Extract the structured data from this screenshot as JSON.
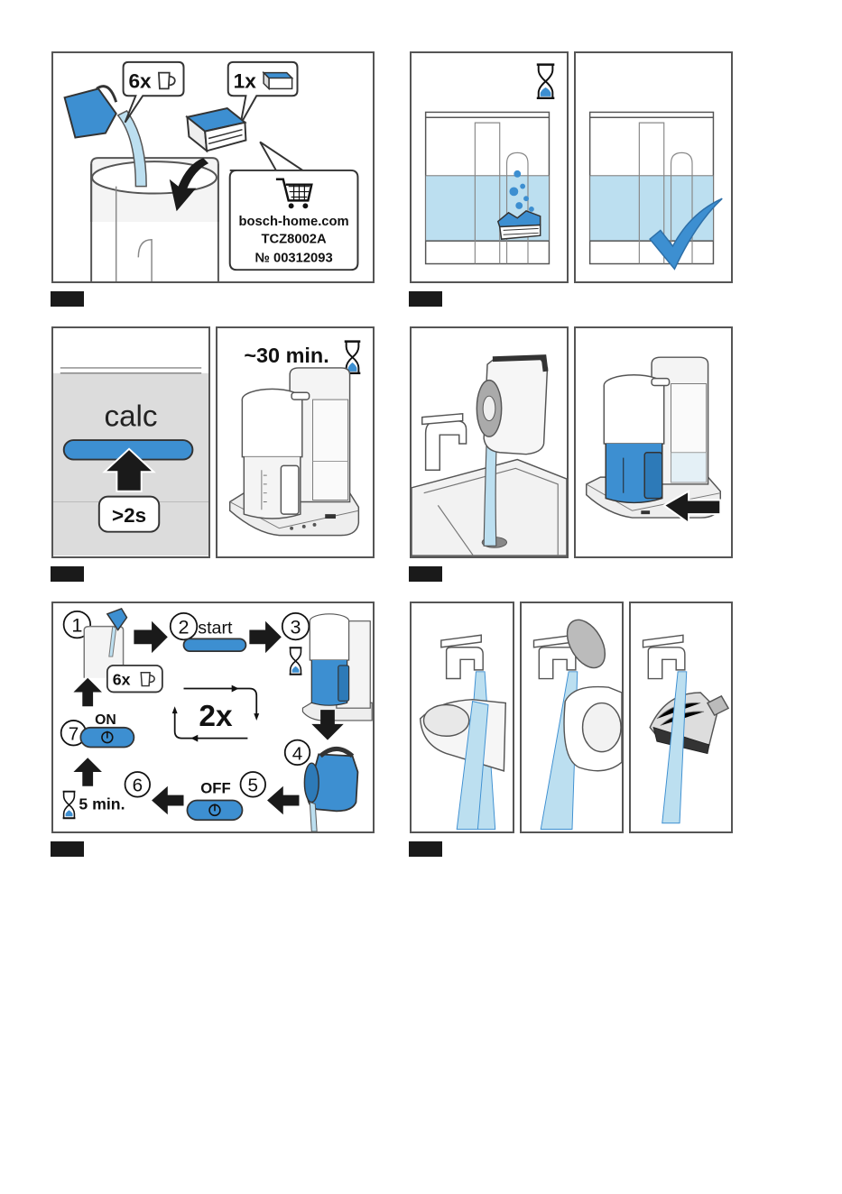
{
  "page": {
    "background": "#ffffff"
  },
  "colors": {
    "accent": "#3d8fd1",
    "water": "#bcdff0",
    "water_light": "#d6ebf5",
    "outline": "#555555",
    "dark": "#1a1a1a"
  },
  "step1": {
    "callout_cups": "6x",
    "callout_tablet": "1x",
    "info_url": "bosch-home.com",
    "info_model": "TCZ8002A",
    "info_number": "№ 00312093",
    "icons": [
      "pitcher-icon",
      "cup-icon",
      "descaling-tablet-icon",
      "shopping-cart-icon",
      "curved-arrow-icon"
    ]
  },
  "step2": {
    "icons": [
      "hourglass-icon",
      "bubbles-icon",
      "checkmark-icon"
    ]
  },
  "step3": {
    "button_label": "calc",
    "hold_label": ">2s",
    "duration_label": "~30 min.",
    "icons": [
      "up-arrow-icon",
      "hourglass-icon",
      "coffee-machine-icon"
    ]
  },
  "step4": {
    "icons": [
      "faucet-icon",
      "sink-icon",
      "jug-icon",
      "coffee-machine-icon",
      "arrow-icon"
    ]
  },
  "step5": {
    "n1": "1",
    "n2": "2",
    "n3": "3",
    "n4": "4",
    "n5": "5",
    "n6": "6",
    "n7": "7",
    "start_label": "start",
    "cups_label": "6x",
    "repeat_label": "2x",
    "on_label": "ON",
    "off_label": "OFF",
    "wait_label": "5 min.",
    "icons": [
      "power-icon",
      "hourglass-icon",
      "arrow-icon",
      "cycle-arrows-icon"
    ]
  },
  "step6": {
    "icons": [
      "faucet-icon",
      "water-tank-icon",
      "jug-icon",
      "filter-holder-icon"
    ]
  }
}
